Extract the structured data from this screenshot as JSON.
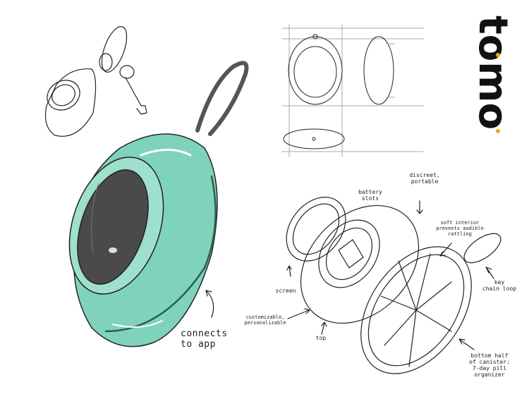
{
  "brand": {
    "name": "tomo"
  },
  "callouts": {
    "connects": "connects\nto app",
    "battery": "battery\nslots",
    "discreet": "discreet,\nportable",
    "soft_interior": "soft interior\nprevents audible\nrattling",
    "screen": "screen",
    "key_loop": "key\nchain loop",
    "customizable": "customizable,\npersonalizable",
    "top": "top",
    "bottom_half": "bottom half\nof canister:\n7-day pill\norganizer"
  },
  "colors": {
    "device_body": "#7fd3bc",
    "device_shadow": "#4aa88f",
    "screen": "#4a4a4a",
    "loop": "#555555",
    "ink": "#222222",
    "brand_ink": "#111111",
    "smile_face": "#e8b400"
  }
}
